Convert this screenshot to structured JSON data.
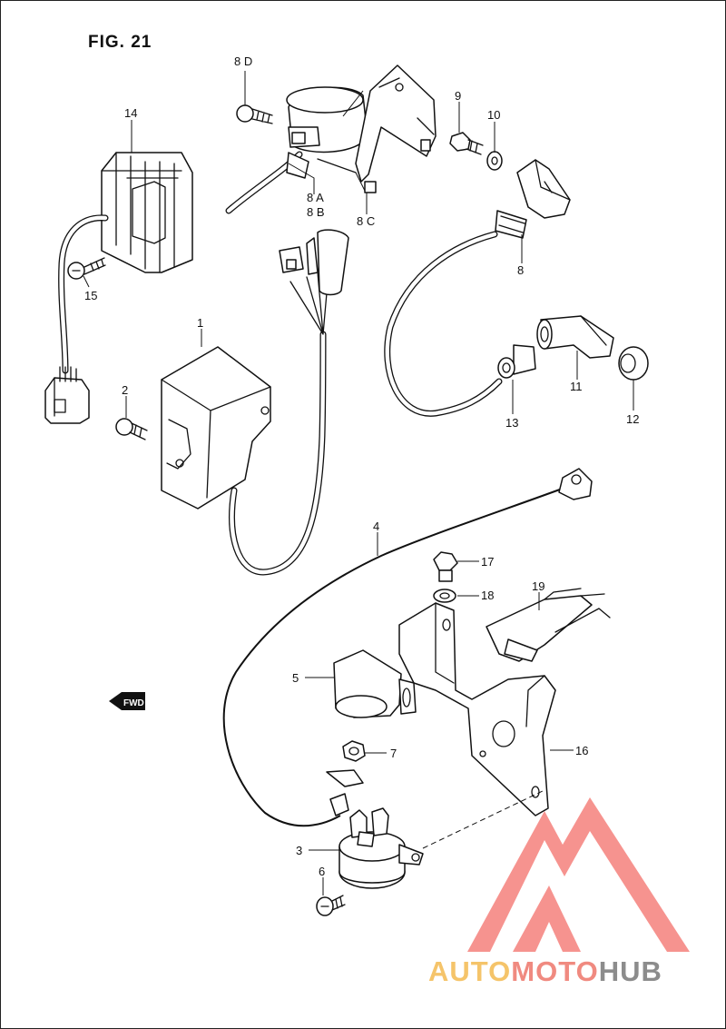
{
  "figure": {
    "title": "FIG. 21"
  },
  "direction_label": "FWD",
  "brand": {
    "part1": "AUTO",
    "part2": "MOTO",
    "part3": "HUB",
    "color1": "#f5c46a",
    "color2": "#f08a80",
    "color3": "#8c8c8c",
    "logo_color": "#f3706a"
  },
  "callouts": [
    {
      "id": "c-8d",
      "text": "8 D"
    },
    {
      "id": "c-14",
      "text": "14"
    },
    {
      "id": "c-15",
      "text": "15"
    },
    {
      "id": "c-8a",
      "text": "8 A"
    },
    {
      "id": "c-8b",
      "text": "8 B"
    },
    {
      "id": "c-8c",
      "text": "8 C"
    },
    {
      "id": "c-9",
      "text": "9"
    },
    {
      "id": "c-10",
      "text": "10"
    },
    {
      "id": "c-8",
      "text": "8"
    },
    {
      "id": "c-1",
      "text": "1"
    },
    {
      "id": "c-2",
      "text": "2"
    },
    {
      "id": "c-11",
      "text": "11"
    },
    {
      "id": "c-12",
      "text": "12"
    },
    {
      "id": "c-13",
      "text": "13"
    },
    {
      "id": "c-4",
      "text": "4"
    },
    {
      "id": "c-17",
      "text": "17"
    },
    {
      "id": "c-18",
      "text": "18"
    },
    {
      "id": "c-19",
      "text": "19"
    },
    {
      "id": "c-5",
      "text": "5"
    },
    {
      "id": "c-7",
      "text": "7"
    },
    {
      "id": "c-16",
      "text": "16"
    },
    {
      "id": "c-3",
      "text": "3"
    },
    {
      "id": "c-6",
      "text": "6"
    }
  ]
}
